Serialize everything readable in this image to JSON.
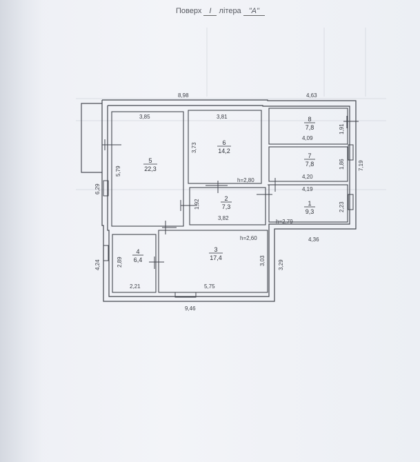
{
  "header": {
    "floor_label": "Поверх",
    "floor_value": "I",
    "letter_label": "літера",
    "letter_value": "\"А\""
  },
  "dimensions": {
    "top_overall": "8,98",
    "top_right": "4,63",
    "left_overall": "6,29",
    "right_overall": "7,19",
    "bottom_overall": "9,46",
    "right_lower": "4,36",
    "lower_right_side": "3,29",
    "lower_left_side": "4,24",
    "room5_width": "3,85",
    "room5_height": "5,79",
    "room6_width": "3,81",
    "room6_height": "3,73",
    "room8_height": "1,91",
    "room8_bottom": "4,09",
    "room7_height": "1,86",
    "room7_bottom": "4,20",
    "room1_top": "4,19",
    "room1_height": "2,23",
    "room2_height": "1,92",
    "room2_bottom": "3,82",
    "room4_height": "2,89",
    "room4_bottom": "2,21",
    "room3_height": "3,03",
    "room3_bottom": "5,75"
  },
  "heights": {
    "h1": "h=2,80",
    "h2": "h=2,79",
    "h3": "h=2,60"
  },
  "rooms": [
    {
      "number": "1",
      "area": "9,3"
    },
    {
      "number": "2",
      "area": "7,3"
    },
    {
      "number": "3",
      "area": "17,4"
    },
    {
      "number": "4",
      "area": "6,4"
    },
    {
      "number": "5",
      "area": "22,3"
    },
    {
      "number": "6",
      "area": "14,2"
    },
    {
      "number": "7",
      "area": "7,8"
    },
    {
      "number": "8",
      "area": "7,8"
    }
  ]
}
